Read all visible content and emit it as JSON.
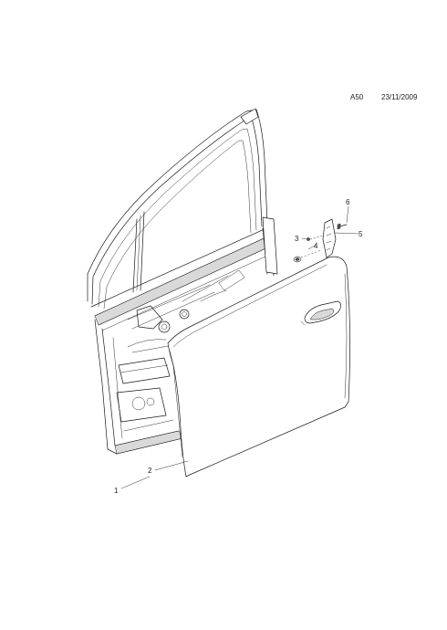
{
  "sheet": {
    "code": "A50",
    "date": "23/11/2009"
  },
  "callouts": [
    {
      "id": "c1",
      "label": "1"
    },
    {
      "id": "c2",
      "label": "2"
    },
    {
      "id": "c3",
      "label": "3"
    },
    {
      "id": "c4",
      "label": "4"
    },
    {
      "id": "c5",
      "label": "5"
    },
    {
      "id": "c6",
      "label": "6"
    }
  ]
}
